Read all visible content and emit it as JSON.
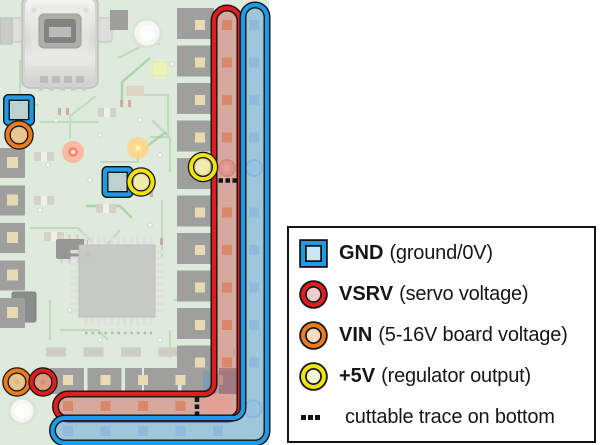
{
  "colors": {
    "gnd-blue": "#1d9be4",
    "gnd-fill": "#c9e6f7",
    "gnd-tint": "rgba(70,150,215,0.42)",
    "sq-tint": "rgba(140,200,245,0.45)",
    "vsrv-red": "#e01d1d",
    "vsrv-fill": "#f3caca",
    "vsrv-tint": "rgba(205,70,62,0.40)",
    "vin-orange": "#ec7a1e",
    "vin-fill": "#f6dcc0",
    "vin-tint": "rgba(240,150,60,0.30)",
    "p5v-yellow": "#efe112",
    "p5v-fill": "#f8f5d6",
    "p5v-tint": "rgba(248,240,160,0.45)",
    "legend-bg": "#ffffff",
    "board-green": "#c8dcc5"
  },
  "legend": {
    "rows": [
      {
        "key": "gnd",
        "symbol": "square",
        "label": "GND",
        "description": "(ground/0V)"
      },
      {
        "key": "vsrv",
        "symbol": "circle",
        "label": "VSRV",
        "description": "(servo voltage)"
      },
      {
        "key": "vin",
        "symbol": "circle",
        "label": "VIN",
        "description": "(5-16V board voltage)"
      },
      {
        "key": "p5v",
        "symbol": "circle",
        "label": "+5V",
        "description": "(regulator output)"
      },
      {
        "key": "cut",
        "symbol": "dots",
        "label": "",
        "description": "cuttable trace on bottom"
      }
    ]
  },
  "board": {
    "highlights": [
      {
        "name": "gnd-rail-band"
      },
      {
        "name": "vsrv-rail-band"
      },
      {
        "name": "gnd-pad-square-upper-left"
      },
      {
        "name": "gnd-pad-square-center"
      },
      {
        "name": "vin-pad-circle-upper-left"
      },
      {
        "name": "vin-pad-circle-bottom-left"
      },
      {
        "name": "vsrv-pad-circle-bottom-left"
      },
      {
        "name": "p5v-pad-circle-center"
      },
      {
        "name": "p5v-pad-circle-right"
      },
      {
        "name": "cuttable-trace-dots-right"
      },
      {
        "name": "cuttable-trace-dots-bottom"
      }
    ]
  }
}
